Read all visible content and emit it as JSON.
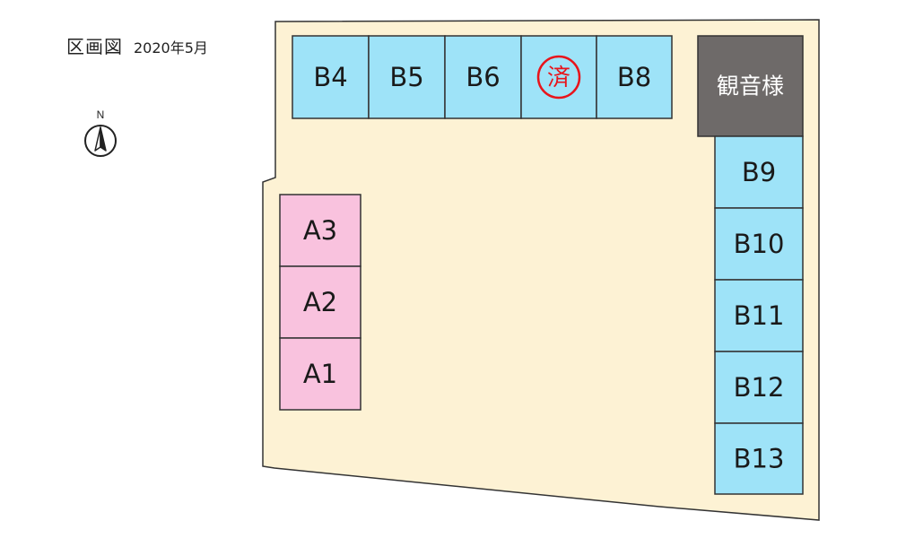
{
  "header": {
    "title": "区画図",
    "date": "2020年5月"
  },
  "compass": {
    "label": "N",
    "icon": "north-arrow-icon"
  },
  "colors": {
    "ground": "#fdf2d4",
    "lot_a": "#f9c2de",
    "lot_b": "#9ee3f8",
    "shrine": "#6e6a69",
    "sold_stamp": "#e8141b",
    "border": "#333333"
  },
  "lots": {
    "B4": "B4",
    "B5": "B5",
    "B6": "B6",
    "B7_status": "済",
    "B8": "B8",
    "B9": "B9",
    "B10": "B10",
    "B11": "B11",
    "B12": "B12",
    "B13": "B13",
    "A1": "A1",
    "A2": "A2",
    "A3": "A3"
  },
  "shrine": {
    "label": "観音様"
  }
}
